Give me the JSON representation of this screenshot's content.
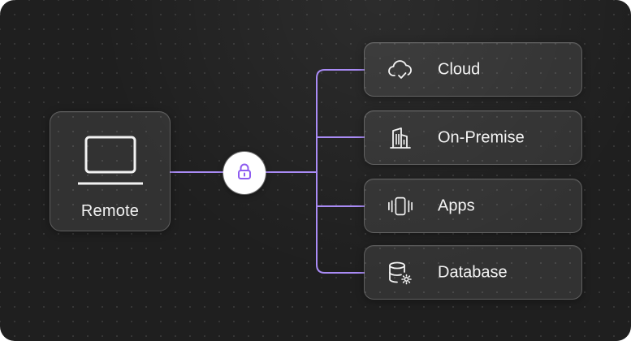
{
  "diagram": {
    "source": {
      "label": "Remote",
      "icon": "laptop-icon"
    },
    "connector": {
      "icon": "lock-icon",
      "color": "#a98bf5"
    },
    "destinations": [
      {
        "label": "Cloud",
        "icon": "cloud-check-icon"
      },
      {
        "label": "On-Premise",
        "icon": "building-icon"
      },
      {
        "label": "Apps",
        "icon": "mobile-device-icon"
      },
      {
        "label": "Database",
        "icon": "database-settings-icon"
      }
    ]
  },
  "colors": {
    "background": "#1f1f1f",
    "line": "#a98bf5",
    "lock": "#8e5cf0",
    "text": "#f2f2f2"
  }
}
